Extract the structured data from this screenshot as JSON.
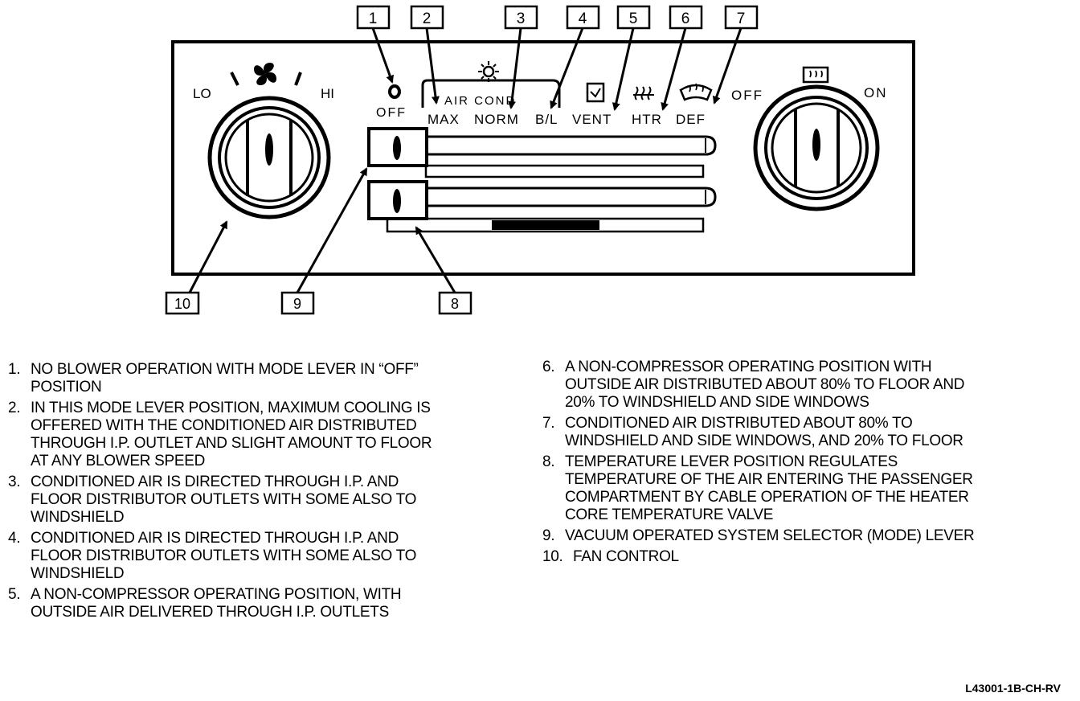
{
  "callout_numbers": [
    "1",
    "2",
    "3",
    "4",
    "5",
    "6",
    "7",
    "8",
    "9",
    "10"
  ],
  "panel": {
    "fan_lo": "LO",
    "fan_hi": "HI",
    "off_label": "OFF",
    "air_cond_label": "AIR COND",
    "mode_positions": [
      "MAX",
      "NORM",
      "B/L",
      "VENT",
      "HTR",
      "DEF"
    ],
    "rear_defog_off": "OFF",
    "rear_defog_on": "ON"
  },
  "legend": [
    {
      "num": "1.",
      "text": "NO BLOWER OPERATION WITH MODE LEVER IN “OFF”\nPOSITION"
    },
    {
      "num": "2.",
      "text": "IN THIS MODE LEVER POSITION, MAXIMUM COOLING IS\nOFFERED WITH THE CONDITIONED AIR DISTRIBUTED\nTHROUGH I.P. OUTLET AND SLIGHT AMOUNT TO FLOOR\nAT ANY BLOWER SPEED"
    },
    {
      "num": "3.",
      "text": "CONDITIONED AIR IS DIRECTED THROUGH I.P. AND\nFLOOR DISTRIBUTOR OUTLETS WITH SOME ALSO TO\nWINDSHIELD"
    },
    {
      "num": "4.",
      "text": "CONDITIONED AIR IS DIRECTED THROUGH I.P. AND\nFLOOR DISTRIBUTOR OUTLETS WITH SOME ALSO TO\nWINDSHIELD"
    },
    {
      "num": "5.",
      "text": "A NON-COMPRESSOR OPERATING POSITION, WITH\nOUTSIDE AIR DELIVERED THROUGH I.P. OUTLETS"
    },
    {
      "num": "6.",
      "text": "A NON-COMPRESSOR OPERATING POSITION WITH\nOUTSIDE AIR DISTRIBUTED ABOUT 80% TO FLOOR AND\n20% TO WINDSHIELD AND SIDE WINDOWS"
    },
    {
      "num": "7.",
      "text": "CONDITIONED AIR DISTRIBUTED ABOUT 80% TO\nWINDSHIELD AND SIDE WINDOWS, AND 20% TO FLOOR"
    },
    {
      "num": "8.",
      "text": "TEMPERATURE LEVER POSITION REGULATES\nTEMPERATURE OF THE AIR ENTERING THE PASSENGER\nCOMPARTMENT BY CABLE OPERATION OF THE HEATER\nCORE TEMPERATURE VALVE"
    },
    {
      "num": "9.",
      "text": "VACUUM OPERATED SYSTEM SELECTOR (MODE) LEVER"
    },
    {
      "num": "10.",
      "text": "FAN CONTROL"
    }
  ],
  "figure_code": "L43001-1B-CH-RV"
}
